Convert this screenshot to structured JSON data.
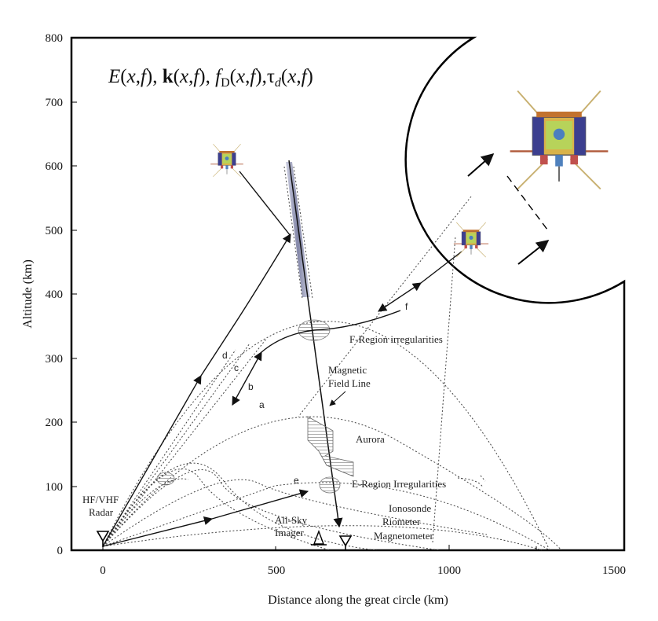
{
  "formula": "E(x,f), k(x,f), f_D(x,f), τ_d(x,f)",
  "axes": {
    "xlabel": "Distance along the great circle (km)",
    "ylabel": "Altitude (km)",
    "xlim": [
      -100,
      1500
    ],
    "ylim": [
      0,
      800
    ],
    "xticks": [
      "0",
      "500",
      "1000",
      "1500"
    ],
    "yticks": [
      "0",
      "100",
      "200",
      "300",
      "400",
      "500",
      "600",
      "700",
      "800"
    ]
  },
  "labels": {
    "f_region": "F-Region irregularities",
    "field_line_1": "Magnetic",
    "field_line_2": "Field Line",
    "aurora": "Aurora",
    "e_region": "E-Region Irregularities",
    "radar_1": "HF/VHF",
    "radar_2": "Radar",
    "imager_1": "All-Sky",
    "imager_2": "Imager",
    "instr_1": "Ionosonde",
    "instr_2": "Riometer",
    "instr_3": "Magnetometer"
  },
  "ray_letters": [
    "a",
    "b",
    "c",
    "d",
    "e",
    "f"
  ],
  "colors": {
    "satellite_body": "#d9b34a",
    "satellite_panel": "#3c3f8f",
    "field_line": "#8a8fb0"
  }
}
